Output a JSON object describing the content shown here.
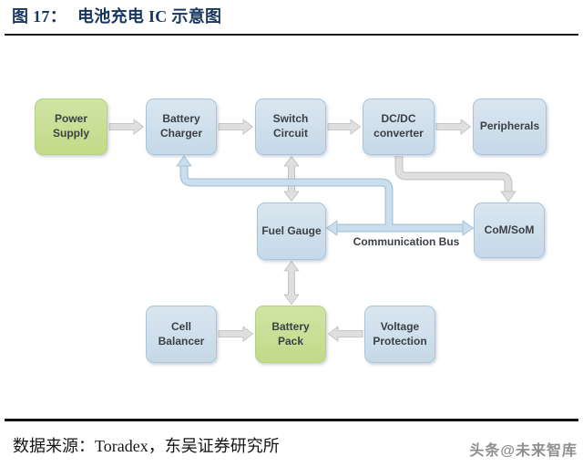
{
  "header": {
    "figure_label": "图 17：",
    "figure_title": "电池充电 IC 示意图"
  },
  "diagram": {
    "nodes": [
      {
        "id": "power-supply",
        "label": "Power Supply",
        "color": "green"
      },
      {
        "id": "battery-charger",
        "label": "Battery Charger",
        "color": "blue"
      },
      {
        "id": "switch-circuit",
        "label": "Switch Circuit",
        "color": "blue"
      },
      {
        "id": "dcdc-converter",
        "label": "DC/DC converter",
        "color": "blue"
      },
      {
        "id": "peripherals",
        "label": "Peripherals",
        "color": "blue"
      },
      {
        "id": "fuel-gauge",
        "label": "Fuel Gauge",
        "color": "blue"
      },
      {
        "id": "com-som",
        "label": "CoM/SoM",
        "color": "blue"
      },
      {
        "id": "cell-balancer",
        "label": "Cell Balancer",
        "color": "blue"
      },
      {
        "id": "battery-pack",
        "label": "Battery Pack",
        "color": "green"
      },
      {
        "id": "voltage-protection",
        "label": "Voltage Protection",
        "color": "blue"
      }
    ],
    "bus_label": "Communication Bus",
    "edges": [
      {
        "from": "power-supply",
        "to": "battery-charger",
        "style": "gray-arrow"
      },
      {
        "from": "battery-charger",
        "to": "switch-circuit",
        "style": "gray-arrow"
      },
      {
        "from": "switch-circuit",
        "to": "dcdc-converter",
        "style": "gray-arrow"
      },
      {
        "from": "dcdc-converter",
        "to": "peripherals",
        "style": "gray-arrow"
      },
      {
        "from": "switch-circuit",
        "to": "fuel-gauge",
        "style": "gray-arrow-bidirectional"
      },
      {
        "from": "fuel-gauge",
        "to": "battery-pack",
        "style": "gray-arrow-bidirectional"
      },
      {
        "from": "cell-balancer",
        "to": "battery-pack",
        "style": "gray-arrow"
      },
      {
        "from": "voltage-protection",
        "to": "battery-pack",
        "style": "gray-arrow"
      },
      {
        "from": "dcdc-converter",
        "to": "com-som",
        "style": "gray-elbow-arrow"
      },
      {
        "from": "fuel-gauge",
        "to": "com-som",
        "style": "blue-bus-bidirectional"
      },
      {
        "from": "communication-bus",
        "to": "battery-charger",
        "style": "blue-elbow-arrow"
      }
    ]
  },
  "footer": {
    "source_text": "数据来源：Toradex，东吴证券研究所",
    "watermark": "头条@未来智库"
  },
  "colors": {
    "title_navy": "#17365d",
    "node_blue_fill": "#c6d9e8",
    "node_green_fill": "#c2da89",
    "gray_arrow": "#dfdfdf",
    "blue_arrow": "#cbdeed",
    "rule_black": "#1a1a1a"
  }
}
